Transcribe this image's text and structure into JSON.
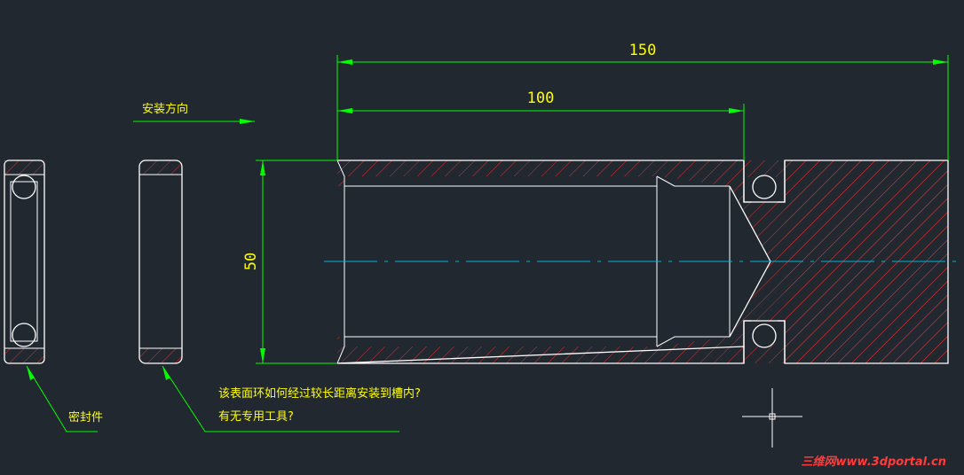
{
  "colors": {
    "background": "#212830",
    "outline": "#ffffff",
    "hatch": "#d83030",
    "dimension": "#00ff00",
    "dimension_text": "#ffff00",
    "centerline": "#00b4d8",
    "note_text": "#ffff00",
    "leader": "#00ff00",
    "watermark": "#ff3b3b"
  },
  "dimensions": {
    "overall_length": "150",
    "groove_distance": "100",
    "diameter": "50"
  },
  "notes": {
    "install_direction": "安装方向",
    "seal_label": "密封件",
    "question_line1": "该表面环如何经过较长距离安装到槽内?",
    "question_line2": "有无专用工具?"
  },
  "watermark": {
    "text": "三维网www.3dportal.cn"
  },
  "icons": {
    "crosshair": "crosshair-cursor-icon"
  }
}
